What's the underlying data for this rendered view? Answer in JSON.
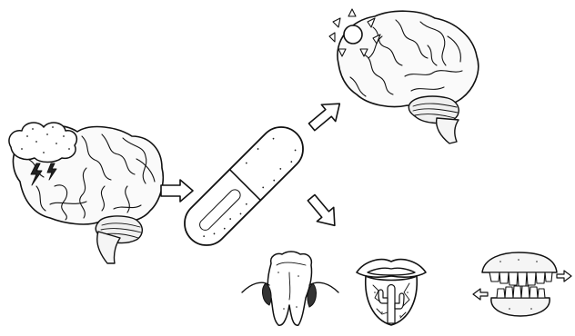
{
  "figure": {
    "background": "#ffffff",
    "ink": "#111111",
    "illustrations": [
      {
        "name": "brain-with-storm-cloud",
        "icon": "brain-icon"
      },
      {
        "name": "capsule-pill",
        "icon": "pill-icon"
      },
      {
        "name": "brain-with-sunshine",
        "icon": "brain-icon"
      },
      {
        "name": "molar-tooth-with-decay",
        "icon": "tooth-icon"
      },
      {
        "name": "dry-cracked-tongue",
        "icon": "tongue-icon"
      },
      {
        "name": "grinding-teeth",
        "icon": "teeth-icon"
      }
    ],
    "arrows": [
      {
        "from": "brain-with-storm-cloud",
        "to": "capsule-pill"
      },
      {
        "from": "capsule-pill",
        "to": "brain-with-sunshine"
      },
      {
        "from": "capsule-pill",
        "to": "side-effects"
      }
    ]
  }
}
